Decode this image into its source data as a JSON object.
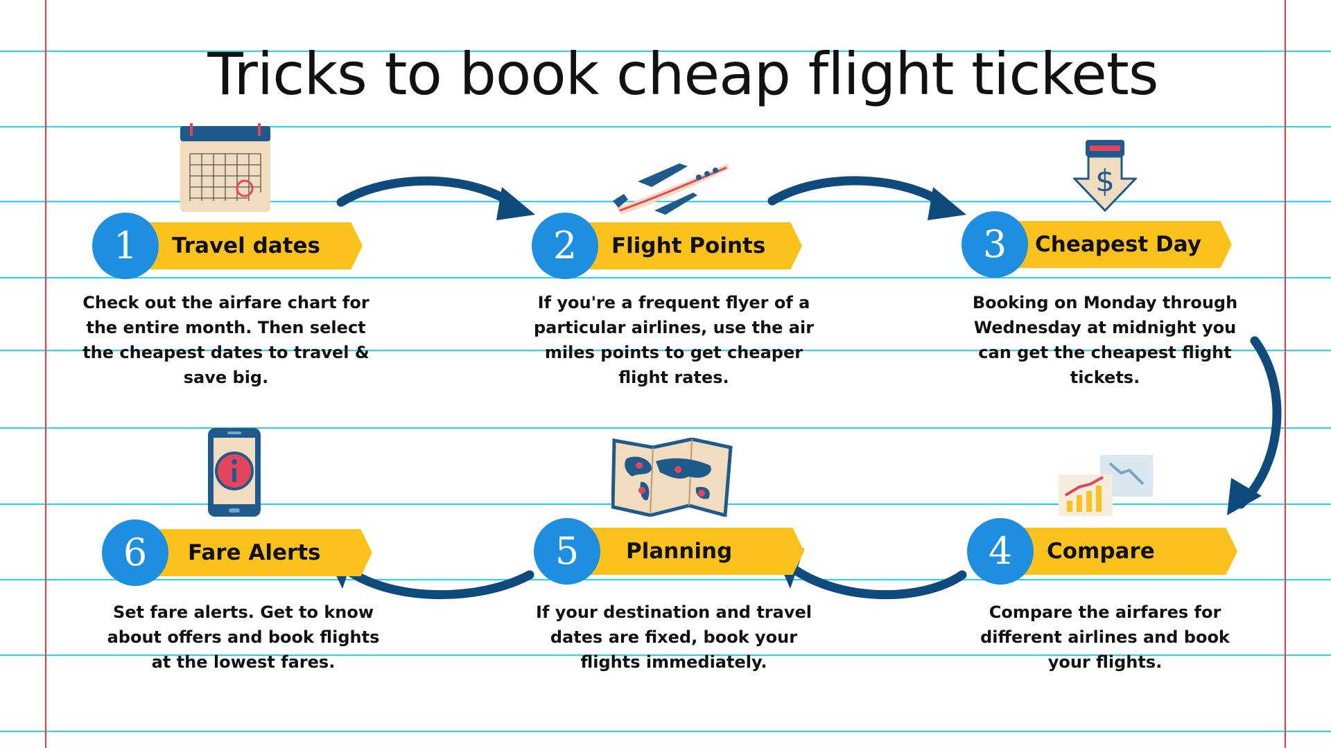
{
  "title": "Tricks to book cheap flight tickets",
  "colors": {
    "accent_blue": "#1e8fe0",
    "banner_yellow": "#fbc21b",
    "arrow_navy": "#0e4a7c",
    "rule_cyan": "#29d3ea",
    "margin_red": "#e53935"
  },
  "steps": [
    {
      "number": "1",
      "label": "Travel dates",
      "icon": "calendar-icon",
      "text": "Check out the airfare chart for the entire month. Then select the cheapest dates to travel & save big."
    },
    {
      "number": "2",
      "label": "Flight Points",
      "icon": "airplane-icon",
      "text": "If you're a frequent flyer of a particular airlines, use the air miles points to get cheaper flight rates."
    },
    {
      "number": "3",
      "label": "Cheapest Day",
      "icon": "dollar-down-icon",
      "text": "Booking on Monday through Wednesday at midnight you can get the cheapest flight tickets."
    },
    {
      "number": "4",
      "label": "Compare",
      "icon": "charts-icon",
      "text": "Compare the airfares for different airlines and book your flights."
    },
    {
      "number": "5",
      "label": "Planning",
      "icon": "map-icon",
      "text": "If your destination and travel dates are fixed, book your flights immediately."
    },
    {
      "number": "6",
      "label": "Fare Alerts",
      "icon": "phone-alert-icon",
      "text": "Set fare alerts. Get to know about offers and book flights at the lowest fares."
    }
  ]
}
